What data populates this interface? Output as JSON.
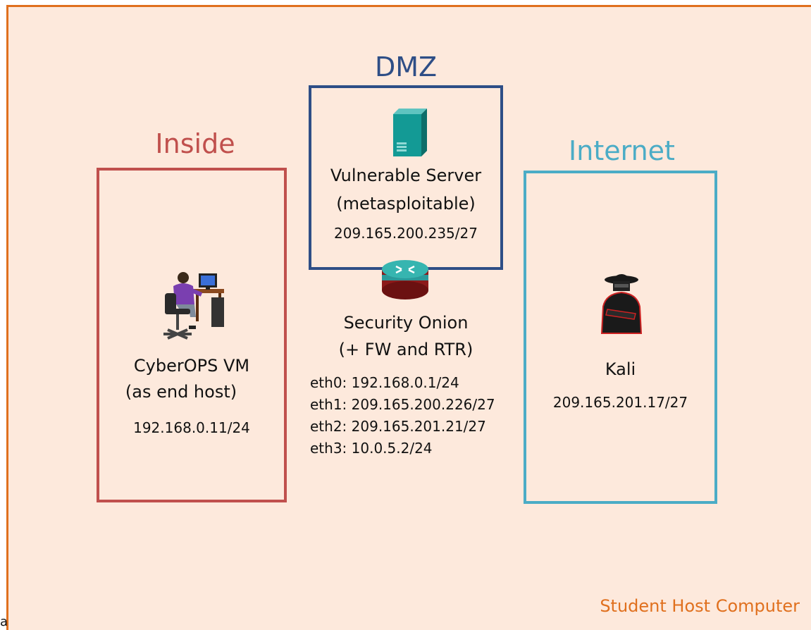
{
  "zones": {
    "inside": {
      "title": "Inside",
      "color": "#c0504d"
    },
    "dmz": {
      "title": "DMZ",
      "color": "#2e4e86"
    },
    "internet": {
      "title": "Internet",
      "color": "#4bacc6"
    }
  },
  "nodes": {
    "cyberops": {
      "label_line1": "CyberOPS VM",
      "label_line2": "(as end host)",
      "ip": "192.168.0.11/24",
      "icon": "workstation-user-icon"
    },
    "server": {
      "label_line1": "Vulnerable Server",
      "label_line2": "(metasploitable)",
      "ip": "209.165.200.235/27",
      "icon": "server-icon"
    },
    "security_onion": {
      "label_line1": "Security Onion",
      "label_line2": "(+ FW and RTR)",
      "icon": "router-icon",
      "interfaces": [
        "eth0: 192.168.0.1/24",
        "eth1: 209.165.200.226/27",
        "eth2: 209.165.201.21/27",
        "eth3: 10.0.5.2/24"
      ]
    },
    "kali": {
      "label": "Kali",
      "ip": "209.165.201.17/27",
      "icon": "hacker-icon"
    }
  },
  "footer": {
    "label": "Student Host Computer",
    "color": "#e0701e"
  },
  "stray_char": "a"
}
